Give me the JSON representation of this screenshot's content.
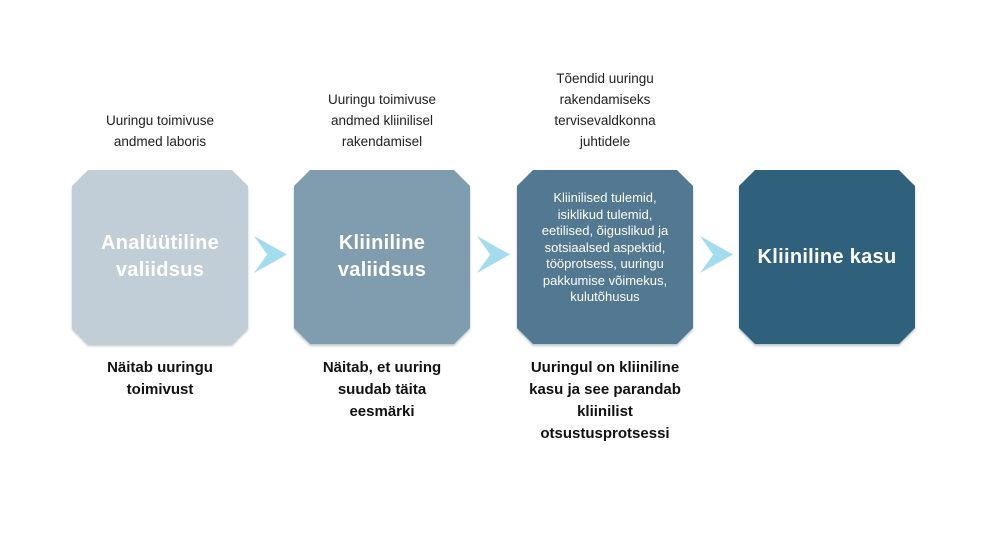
{
  "diagram": {
    "background": "#ffffff",
    "arrow_color": "#a3dcec",
    "text_colors": {
      "top_caption": "#212121",
      "bottom_caption": "#111111",
      "box_text": "#ffffff"
    }
  },
  "stages": [
    {
      "top_caption": "Uuringu toimivuse\nandmed laboris",
      "title": "Analüütiline\nvaliidsus",
      "bottom_caption": "Näitab uuringu\ntoimivust",
      "box_color": "#c1ced7"
    },
    {
      "top_caption": "Uuringu toimivuse\nandmed kliinilisel\nrakendamisel",
      "title": "Kliiniline\nvaliidsus",
      "bottom_caption": "Näitab, et uuring\nsuudab täita\neesmärki",
      "box_color": "#7f9dae"
    },
    {
      "top_caption": "Tõendid uuringu\nrakendamiseks\ntervisevaldkonna\njuhtidele",
      "body": "Kliinilised tulemid,\nisiklikud tulemid,\neetilised, õiguslikud ja\nsotsiaalsed aspektid,\ntööprotsess, uuringu\npakkumise võimekus,\nkulutõhusus",
      "bottom_caption": "Uuringul on kliiniline\nkasu ja see parandab\nkliinilist\notsustusprotsessi",
      "box_color": "#527991"
    },
    {
      "title": "Kliiniline kasu",
      "box_color": "#2f607c"
    }
  ]
}
